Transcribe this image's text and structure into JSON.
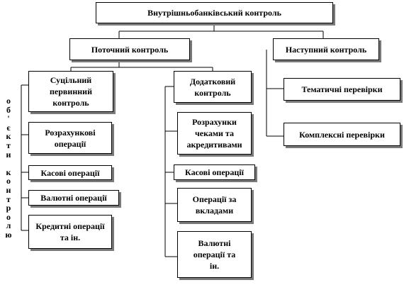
{
  "diagram": {
    "root": "Внутрішньобанківський контроль",
    "current_control": "Поточний контроль",
    "subsequent_control": "Наступний контроль",
    "continuous": "Суцільний первинний контроль",
    "additional": "Додатковий контроль",
    "settlement_ops": "Розрахункові операції",
    "cash_ops_left": "Касові операції",
    "currency_ops_left": "Валютні операції",
    "credit_ops": "Кредитні операції та ін.",
    "cheques": "Розрахунки чеками та акредитивами",
    "cash_ops_mid": "Касові операції",
    "deposit_ops": "Операції за вкладами",
    "currency_ops_mid": "Валютні операції та ін.",
    "thematic": "Тематичні перевірки",
    "complex": "Комплексні перевірки",
    "objects_label": "Об'єкти контролю"
  }
}
